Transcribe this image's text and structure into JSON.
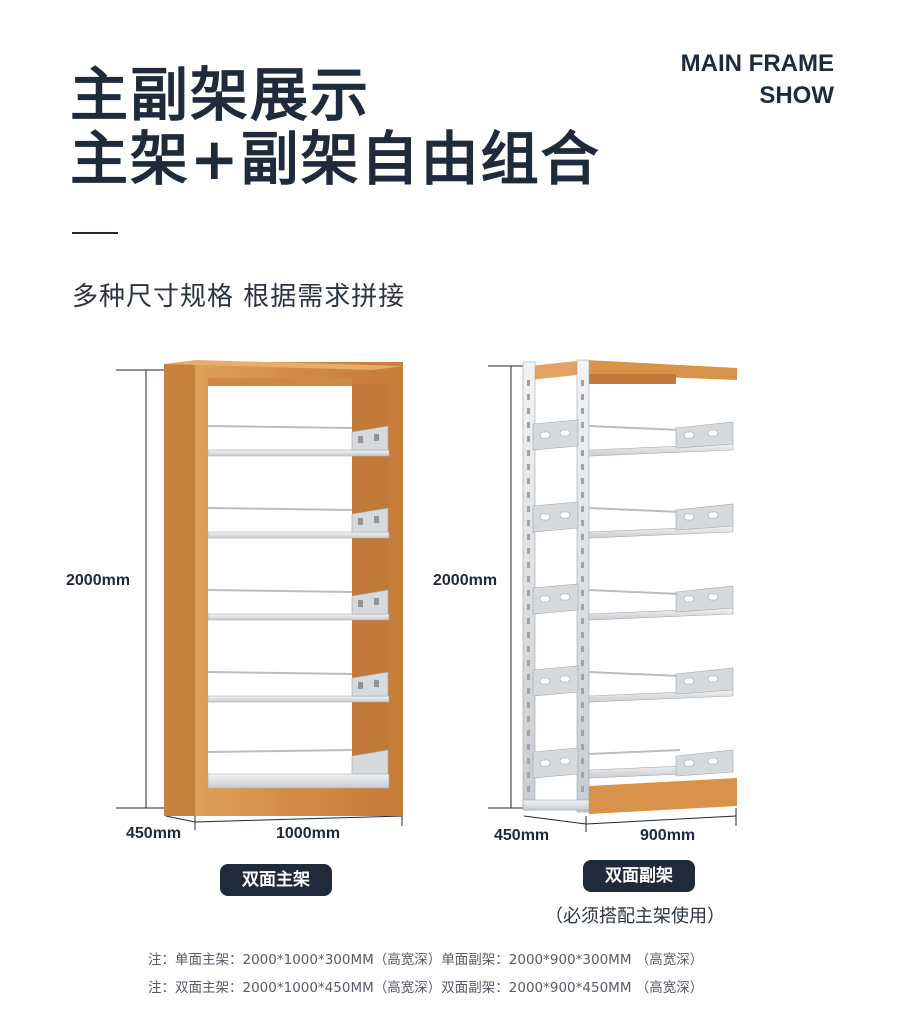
{
  "heading": {
    "line1": "主副架展示",
    "line2": "主架+副架自由组合",
    "en_line1": "MAIN FRAME",
    "en_line2": "SHOW"
  },
  "subtitle": "多种尺寸规格 根据需求拼接",
  "main_frame": {
    "height_label": "2000mm",
    "depth_label": "450mm",
    "width_label": "1000mm",
    "name": "双面主架"
  },
  "sub_frame": {
    "height_label": "2000mm",
    "depth_label": "450mm",
    "width_label": "900mm",
    "name": "双面副架",
    "note": "（必须搭配主架使用）"
  },
  "notes": [
    "注：单面主架：2000*1000*300MM（高宽深）单面副架：2000*900*300MM （高宽深）",
    "注：双面主架：2000*1000*450MM（高宽深）双面副架：2000*900*450MM （高宽深）"
  ],
  "colors": {
    "text_dark": "#1f2a3a",
    "wood": "#d9924a",
    "wood_dark": "#b87234",
    "metal": "#d7dadd",
    "metal_dark": "#9ea3a8"
  }
}
